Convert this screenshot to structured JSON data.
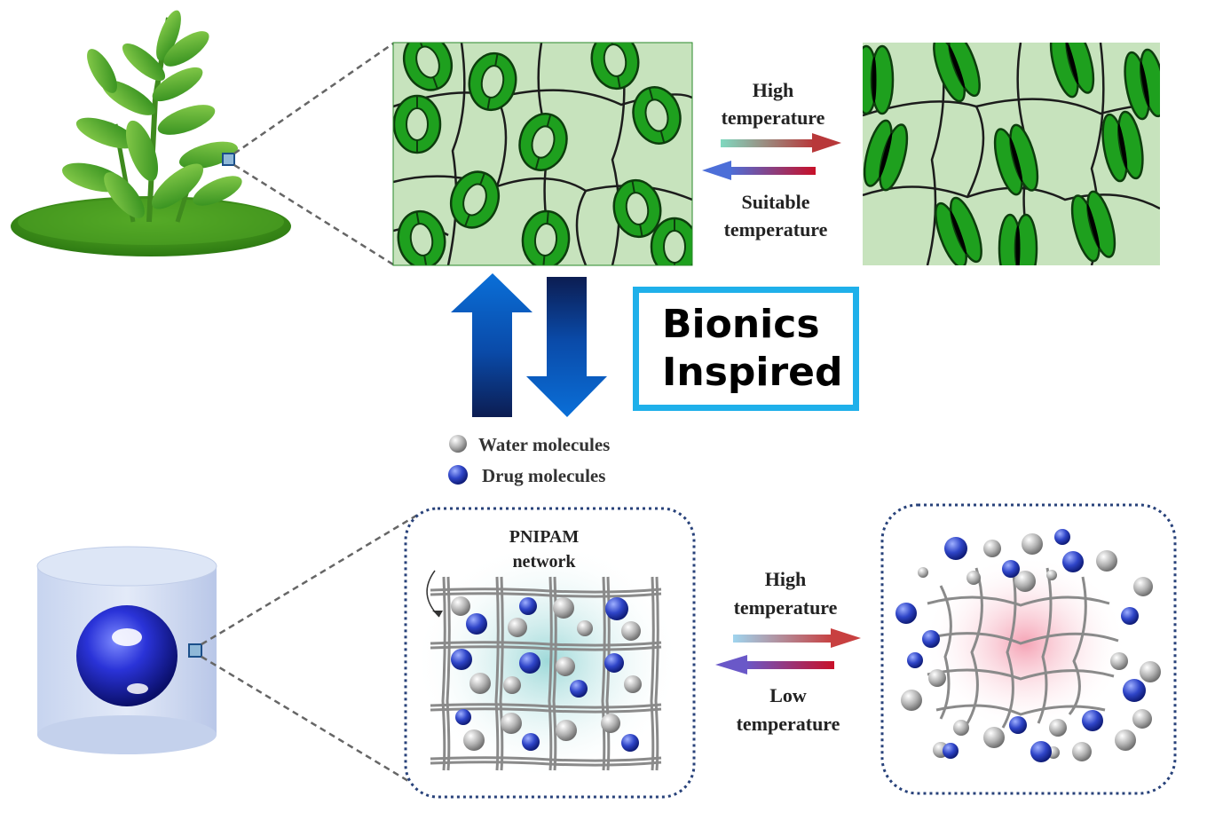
{
  "plant_panel": {
    "forward_label": [
      "High",
      "temperature"
    ],
    "reverse_label": [
      "Suitable",
      "temperature"
    ]
  },
  "hydrogel_panel": {
    "network_label": [
      "PNIPAM",
      "network"
    ],
    "forward_label": [
      "High",
      "temperature"
    ],
    "reverse_label": [
      "Low",
      "temperature"
    ]
  },
  "legend": {
    "items": [
      {
        "label": "Water molecules",
        "color": "#b8b8b8"
      },
      {
        "label": "Drug molecules",
        "color": "#2f45c8"
      }
    ]
  },
  "callout": {
    "line1": "Bionics",
    "line2": "Inspired",
    "border_color": "#1fb0ea"
  },
  "colors": {
    "leaf_bg": "#c7e3bd",
    "guard_cell": "#1ea01e",
    "arrow_blue": "#0a66c8",
    "arrow_navy": "#0c1d52",
    "network_gray": "#8a8a8a",
    "frame_blue": "#28427a"
  }
}
